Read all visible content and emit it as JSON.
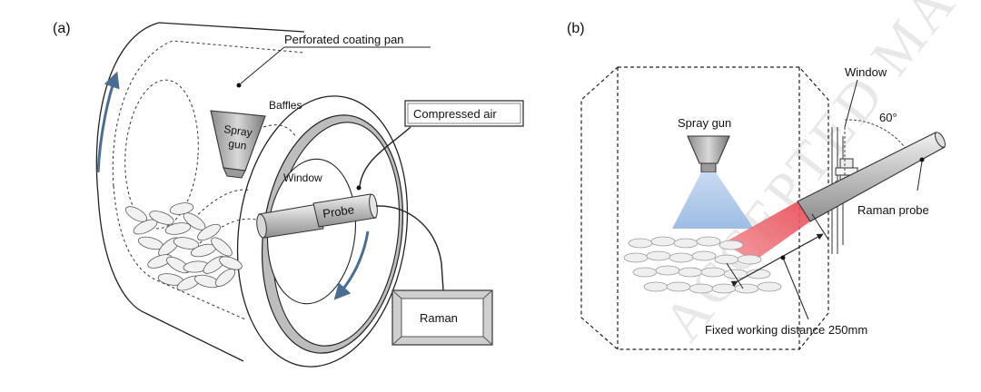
{
  "panel_a": {
    "tag": "(a)",
    "labels": {
      "pan": "Perforated coating pan",
      "baffles": "Baffles",
      "spray_line1": "Spray",
      "spray_line2": "gun",
      "compressed_air": "Compressed air",
      "window": "Window",
      "probe": "Probe",
      "raman": "Raman"
    }
  },
  "panel_b": {
    "tag": "(b)",
    "labels": {
      "window": "Window",
      "angle": "60°",
      "spray_gun": "Spray gun",
      "raman_probe": "Raman  probe",
      "distance": "Fixed working distance 250mm"
    }
  },
  "watermark": "ACCEPTED MANUSCRIPT",
  "colors": {
    "line": "#222222",
    "arrow_blue": "#4a6d91",
    "spray_blue": "#a9c4e6",
    "laser_red": "#e8505b",
    "gun_grey": "#9a9a9a",
    "box_grey": "#d6d6d6"
  }
}
